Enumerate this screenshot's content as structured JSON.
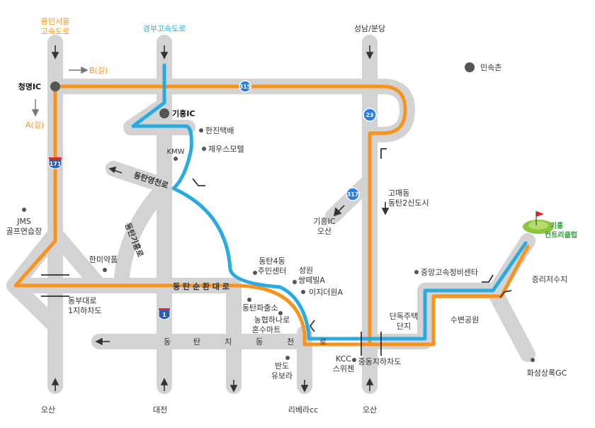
{
  "colors": {
    "road": "#d3d3d3",
    "route_a": "#f7941d",
    "route_b": "#29abe2",
    "dot": "#555555",
    "badge": "#2b7de9",
    "golf_green": "#8cc63f"
  },
  "top_labels": {
    "yongin_seoul_1": "용인서울",
    "yongin_seoul_2": "고속도로",
    "gyeongbu": "경부고속도로",
    "seongnam": "성남/분당"
  },
  "bottom_labels": {
    "osan_left": "오산",
    "daejeon": "대전",
    "riverachill": "리베라cc",
    "osan_right": "오산"
  },
  "route_labels": {
    "b_route": "B(길)",
    "a_route": "A(길)"
  },
  "ic_labels": {
    "cheongmyeong": "청명IC",
    "giheung": "기흥IC",
    "giheung_osan_1": "기흥IC",
    "giheung_osan_2": "오산"
  },
  "badges": {
    "r315": "315",
    "r23": "23",
    "r317": "317",
    "r171": "171",
    "r1": "1"
  },
  "places": {
    "minsokchon": "민속촌",
    "hanjin": "한진택배",
    "jeu_motel": "제우스모텔",
    "kmw": "KMW",
    "jms_1": "JMS",
    "jms_2": "골프연습장",
    "hanmi": "한미약품",
    "dongtan4_1": "동탄4동",
    "dongtan4_2": "주민센터",
    "seongwon_1": "성원",
    "seongwon_2": "쌍떼빌A",
    "easy_world": "이지더원A",
    "dongtan_police": "동탄파출소",
    "nonghyup_1": "농협하나로",
    "nonghyup_2": "혼수마트",
    "bando_1": "반도",
    "bando_2": "유보라",
    "kcc_1": "KCC",
    "kcc_2": "스위첸",
    "jungdong": "중동지하차도",
    "dandok_1": "단독주택",
    "dandok_2": "단지",
    "jungang": "중앙고속정비센타",
    "subyeon": "수변공원",
    "jeungri": "증리저수지",
    "hwaseong": "화성상록GC",
    "gomae_1": "고매동",
    "gomae_2": "동탄2신도시",
    "dongbu_1": "동부대로",
    "dongbu_2": "1지하차도",
    "golf_1": "기흥",
    "golf_2": "컨트리클럽"
  },
  "road_names": {
    "dongtan_yeongcheon": "동탄영천로",
    "dongtan_giheung": "동탄기흥로",
    "dongtan_sunhwan": "동 탄 순 환 대 로",
    "dongtan_chidong": [
      "동",
      "탄",
      "치",
      "동",
      "천",
      "로"
    ]
  }
}
